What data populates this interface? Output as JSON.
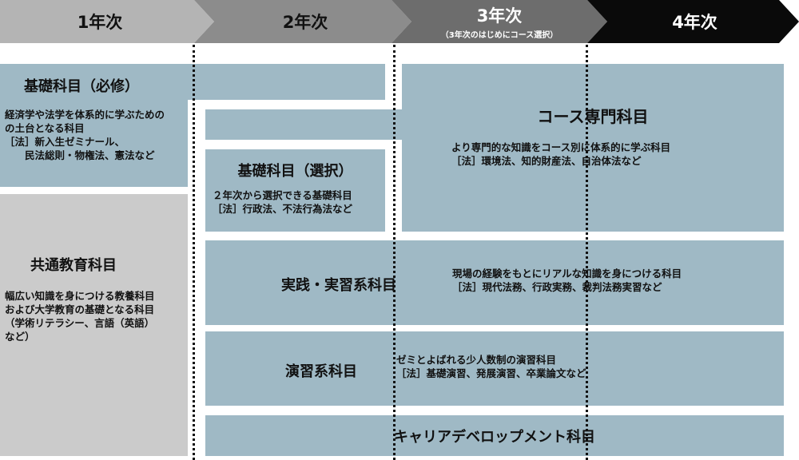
{
  "years": [
    {
      "label": "1年次",
      "sub": ""
    },
    {
      "label": "2年次",
      "sub": ""
    },
    {
      "label": "3年次",
      "sub": "（3年次のはじめにコース選択）"
    },
    {
      "label": "4年次",
      "sub": ""
    }
  ],
  "colors": {
    "year1": "#b4b4b4",
    "year2": "#8c8c8c",
    "year3": "#6d6d6d",
    "year4": "#0a0a0a",
    "course_box": "#9fb9c5",
    "common_box": "#cbcbcb"
  },
  "blocks": {
    "kiso_hissu": {
      "title": "基礎科目（必修）",
      "lines": [
        "経済学や法学を体系的に学ぶための",
        "の土台となる科目",
        "［法］新入生ゼミナール、",
        "　　民法総則・物権法、憲法など"
      ]
    },
    "kyotsu": {
      "title": "共通教育科目",
      "lines": [
        "幅広い知識を身につける教養科目",
        "および大学教育の基礎となる科目",
        "（学術リテラシー、言語（英語）",
        "など）"
      ]
    },
    "kiso_sentaku": {
      "title": "基礎科目（選択）",
      "lines": [
        "２年次から選択できる基礎科目",
        "［法］行政法、不法行為法など"
      ]
    },
    "course": {
      "title": "コース専門科目",
      "lines": [
        "より専門的な知識をコース別に体系的に学ぶ科目",
        "［法］環境法、知的財産法、自治体法など"
      ]
    },
    "jissen": {
      "title": "実践・実習系科目",
      "lines": [
        "現場の経験をもとにリアルな知識を身につける科目",
        "［法］現代法務、行政実務、裁判法務実習など"
      ]
    },
    "enshu": {
      "title": "演習系科目",
      "lines": [
        "ゼミとよばれる少人数制の演習科目",
        "［法］基礎演習、発展演習、卒業論文など"
      ]
    },
    "career": {
      "title": "キャリアデベロップメント科目"
    }
  }
}
